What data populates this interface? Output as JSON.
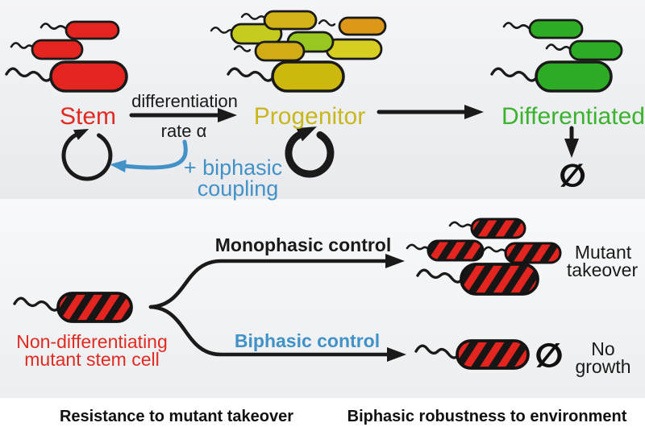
{
  "palette": {
    "black": "#1a1a1a",
    "stem_red": "#e12b22",
    "bacteria_red": "#e4241f",
    "progenitor_olive": "#c8b71d",
    "differentiated_green": "#3cb32e",
    "bacteria_green": "#2dab25",
    "biphasic_blue": "#4292c8",
    "mutant_stripe_black": "#161616",
    "progenitor_cells": [
      "#c6cc1e",
      "#d2b216",
      "#de9718",
      "#97c720",
      "#d2ac14",
      "#d6ce20",
      "#cdb90e"
    ]
  },
  "top_panel": {
    "stem_label": "Stem",
    "differentiation_arrow": {
      "line1": "differentiation",
      "line2": "rate α"
    },
    "progenitor_label": "Progenitor",
    "differentiated_label": "Differentiated",
    "biphasic_coupling": {
      "line1": "+ biphasic",
      "line2": "coupling"
    },
    "death_symbol": "∅"
  },
  "bottom_panel": {
    "mutant_cell_label": {
      "line1": "Non-differentiating",
      "line2": "mutant stem cell"
    },
    "monophasic_label": "Monophasic control",
    "biphasic_label": "Biphasic control",
    "mutant_takeover": {
      "line1": "Mutant",
      "line2": "takeover"
    },
    "no_growth": {
      "line1": "No",
      "line2": "growth"
    },
    "death_symbol": "∅"
  },
  "captions": {
    "left": "Resistance to mutant takeover",
    "right": "Biphasic robustness to environment"
  }
}
